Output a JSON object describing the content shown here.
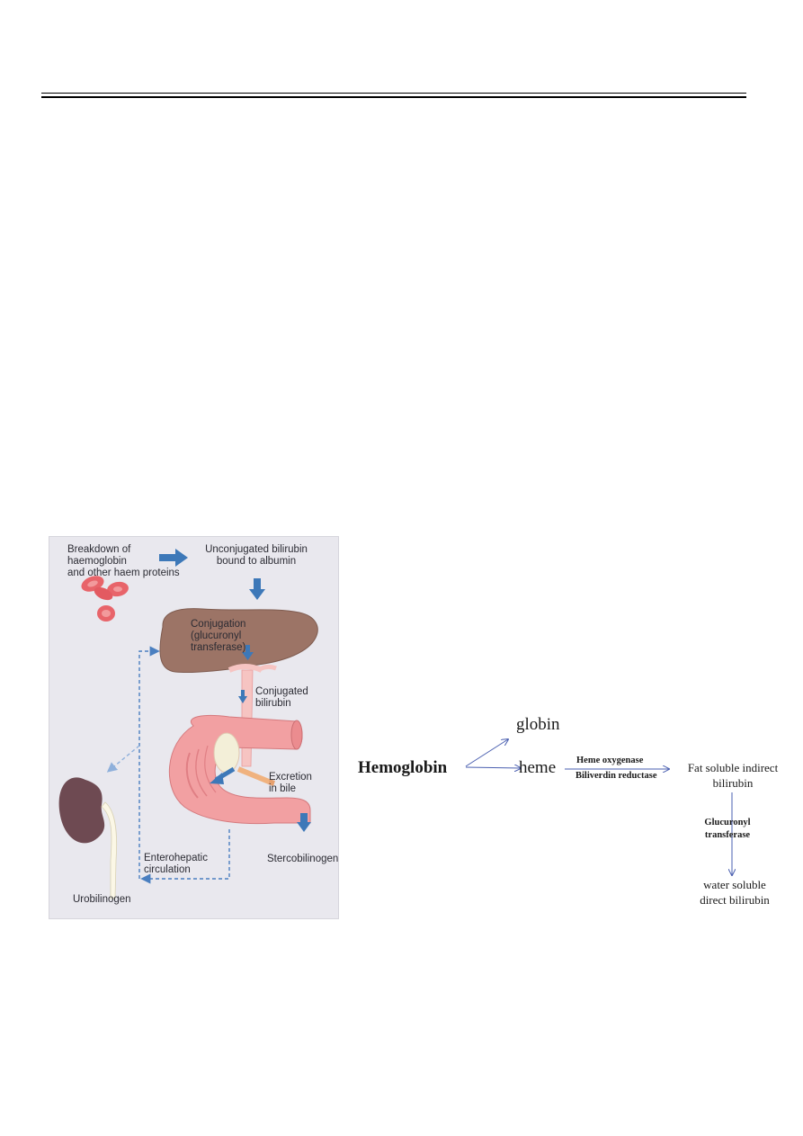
{
  "diagram_left": {
    "labels": {
      "breakdown": [
        "Breakdown of",
        "haemoglobin",
        "and other haem proteins"
      ],
      "unconjugated": [
        "Unconjugated bilirubin",
        "bound to albumin"
      ],
      "conjugation": [
        "Conjugation",
        "(glucuronyl",
        "transferase)"
      ],
      "conjugated": [
        "Conjugated",
        "bilirubin"
      ],
      "excretion": [
        "Excretion",
        "in bile"
      ],
      "enterohepatic": [
        "Enterohepatic",
        "circulation"
      ],
      "stercobilinogen": "Stercobilinogen",
      "urobilinogen": "Urobilinogen"
    },
    "colors": {
      "panel_bg": "#e9e8ee",
      "liver": "#9c7466",
      "intestine": "#f2a0a2",
      "kidney": "#6e4a52",
      "arrow": "#3d78b8"
    }
  },
  "diagram_right": {
    "hemoglobin": "Hemoglobin",
    "globin": "globin",
    "heme": "heme",
    "enzyme_top": "Heme oxygenase",
    "enzyme_bottom": "Biliverdin reductase",
    "fat_soluble": [
      "Fat soluble indirect",
      "bilirubin"
    ],
    "enzyme_down": [
      "Glucuronyl",
      "transferase"
    ],
    "water_soluble": [
      "water soluble",
      "direct bilirubin"
    ],
    "colors": {
      "arrow": "#4a5fb0"
    }
  }
}
